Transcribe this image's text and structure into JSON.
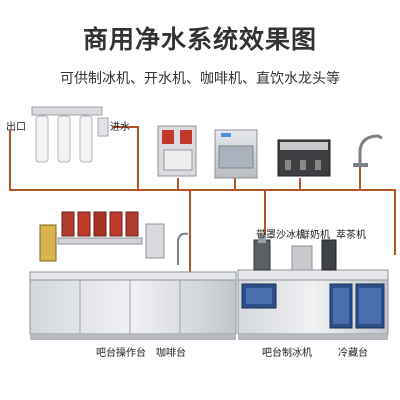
{
  "title": "商用净水系统效果图",
  "subtitle": "可供制冰机、开水机、咖啡机、直饮水龙头等",
  "filter": {
    "outlet_label": "出口",
    "inlet_label": "进水"
  },
  "counters": {
    "bar_counter": "吧台操作台",
    "coffee_counter": "咖啡台",
    "ice_counter": "吧台制冰机",
    "fridge_counter": "冷藏台"
  },
  "appliances": {
    "blender": "带罩沙冰机",
    "milk_machine": "鲜奶机",
    "tea_machine": "萃茶机"
  },
  "colors": {
    "pipe": "#b5532a",
    "steel": "#c9ccd1",
    "steel_dark": "#8e9399",
    "door_blue": "#2c4f8a"
  }
}
